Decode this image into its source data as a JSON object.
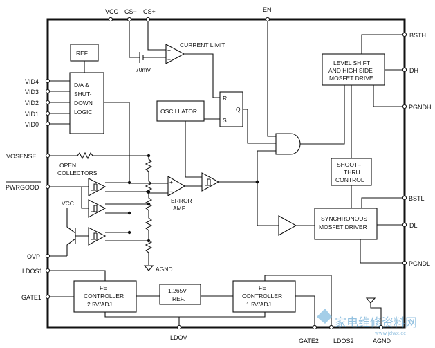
{
  "pins": {
    "vcc": "VCC",
    "cs_minus": "CS−",
    "cs_plus": "CS+",
    "en": "EN",
    "bsth": "BSTH",
    "dh": "DH",
    "pgndh": "PGNDH",
    "vid4": "VID4",
    "vid3": "VID3",
    "vid2": "VID2",
    "vid1": "VID1",
    "vid0": "VID0",
    "vosense": "VOSENSE",
    "pwrgood": "PWRGOOD",
    "ovp": "OVP",
    "ldos1": "LDOS1",
    "gate1": "GATE1",
    "bstl": "BSTL",
    "dl": "DL",
    "pgndl": "PGNDL",
    "ldov": "LDOV",
    "gate2": "GATE2",
    "ldos2": "LDOS2",
    "agnd_bottom": "AGND"
  },
  "blocks": {
    "ref": "REF.",
    "dac_lines": [
      "D/A &",
      "SHUT-",
      "DOWN",
      "LOGIC"
    ],
    "oscillator": "OSCILLATOR",
    "level_shift_lines": [
      "LEVEL SHIFT",
      "AND HIGH SIDE",
      "MOSFET DRIVE"
    ],
    "shoot_thru_lines": [
      "SHOOT–",
      "THRU",
      "CONTROL"
    ],
    "sync_driver_lines": [
      "SYNCHRONOUS",
      "MOSFET DRIVER"
    ],
    "fet1_lines": [
      "FET",
      "CONTROLLER",
      "2.5V/ADJ."
    ],
    "ref1265_lines": [
      "1.265V",
      "REF."
    ],
    "fet2_lines": [
      "FET",
      "CONTROLLER",
      "1.5V/ADJ."
    ]
  },
  "labels": {
    "current_limit": "CURRENT LIMIT",
    "mv70": "70mV",
    "error_amp_lines": [
      "ERROR",
      "AMP"
    ],
    "open_collectors_lines": [
      "OPEN",
      "COLLECTORS"
    ],
    "vcc_inner": "VCC",
    "agnd_inner": "AGND",
    "ff_r": "R",
    "ff_q": "Q",
    "ff_s": "S",
    "plus": "+",
    "minus": "−"
  },
  "watermark": {
    "cn": "家电维修资料网",
    "url": "www.jdwx.cc"
  }
}
